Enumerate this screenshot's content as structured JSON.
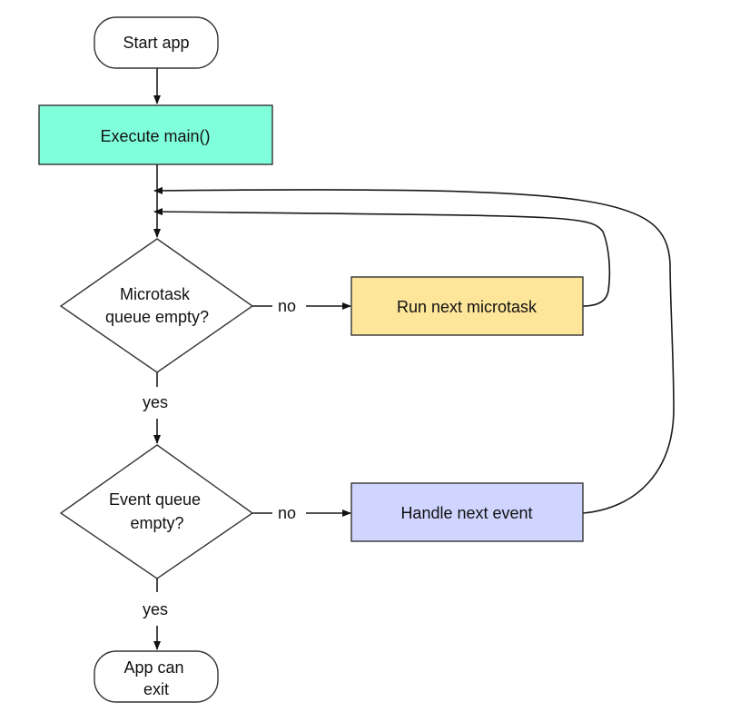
{
  "diagram": {
    "nodes": {
      "start": {
        "label": "Start app",
        "fill": "#ffffff"
      },
      "main": {
        "label": "Execute main()",
        "fill": "#80ffdb"
      },
      "micro_check": {
        "label_lines": [
          "Microtask",
          "queue empty?"
        ],
        "fill": "#ffffff"
      },
      "run_micro": {
        "label": "Run next microtask",
        "fill": "#fde59a"
      },
      "event_check": {
        "label_lines": [
          "Event queue",
          "empty?"
        ],
        "fill": "#ffffff"
      },
      "handle_event": {
        "label": "Handle next event",
        "fill": "#cfd5ff"
      },
      "exit": {
        "label_lines": [
          "App can",
          "exit"
        ],
        "fill": "#ffffff"
      }
    },
    "edges": {
      "micro_no": "no",
      "micro_yes": "yes",
      "event_no": "no",
      "event_yes": "yes"
    }
  }
}
